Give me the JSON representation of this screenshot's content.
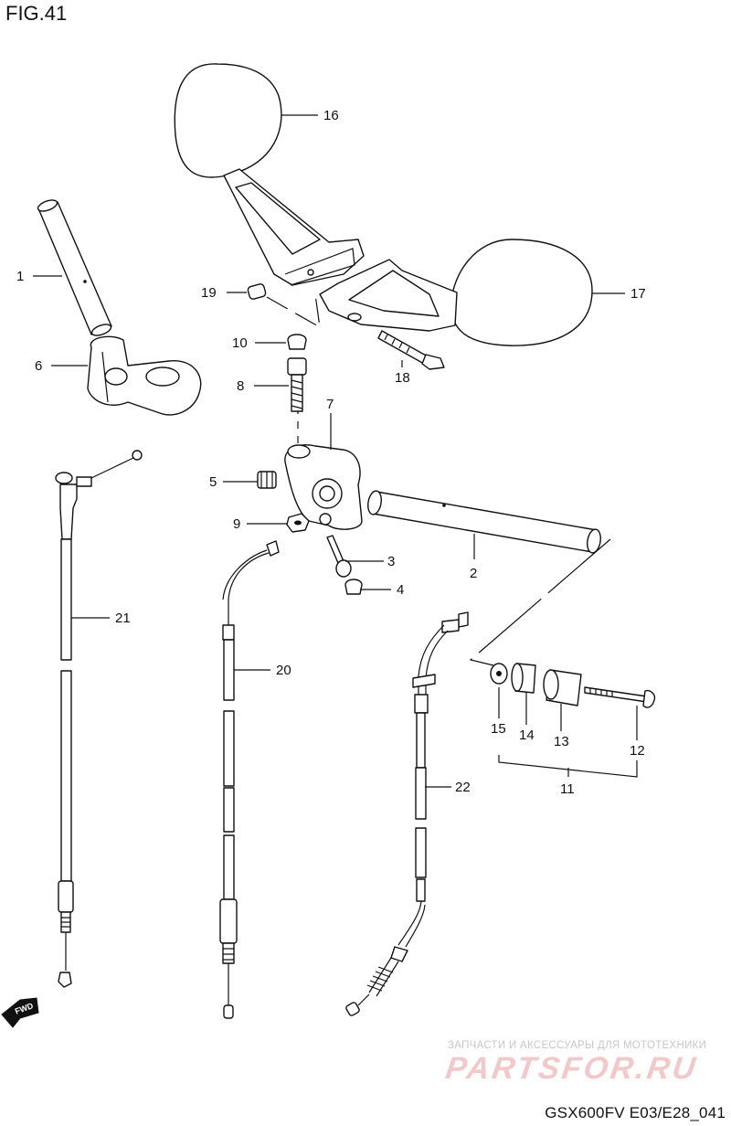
{
  "figure_title": "FIG.41",
  "figure_code": "GSX600FV E03/E28_041",
  "watermark": {
    "tagline": "ЗАПЧАСТИ И АКСЕССУАРЫ ДЛЯ МОТОТЕХНИКИ",
    "logo": "PARTSFOR.RU"
  },
  "fwd_label": "FWD",
  "callouts": [
    "1",
    "2",
    "3",
    "4",
    "5",
    "6",
    "7",
    "8",
    "9",
    "10",
    "11",
    "12",
    "13",
    "14",
    "15",
    "16",
    "17",
    "18",
    "19",
    "20",
    "21",
    "22"
  ]
}
